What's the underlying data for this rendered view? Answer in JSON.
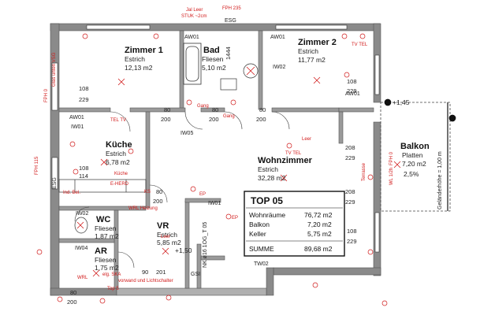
{
  "rooms": {
    "zimmer1": {
      "name": "Zimmer 1",
      "floor": "Estrich",
      "area": "12,13 m2"
    },
    "zimmer2": {
      "name": "Zimmer 2",
      "floor": "Estrich",
      "area": "11,77 m2"
    },
    "bad": {
      "name": "Bad",
      "floor": "Fliesen",
      "area": "5,10 m2"
    },
    "kueche": {
      "name": "Küche",
      "floor": "Estrich",
      "area": "6,78 m2"
    },
    "wohnzimmer": {
      "name": "Wohnzimmer",
      "floor": "Estrich",
      "area": "32,28 m2"
    },
    "balkon": {
      "name": "Balkon",
      "floor": "Platten",
      "area": "7,20 m2",
      "slope": "2,5%",
      "rail": "Geländerhöhe = 1,00 m"
    },
    "wc": {
      "name": "WC",
      "floor": "Fliesen",
      "area": "1,87 m2"
    },
    "vr": {
      "name": "VR",
      "floor": "Estrich",
      "area": "5,85 m2"
    },
    "ar": {
      "name": "AR",
      "floor": "Fliesen",
      "area": "1,75 m2"
    }
  },
  "summary": {
    "title": "TOP 05",
    "rows": [
      {
        "label": "Wohnräume",
        "value": "76,72 m2"
      },
      {
        "label": "Balkon",
        "value": "7,20 m2"
      },
      {
        "label": "Keller",
        "value": "5,75 m2"
      }
    ],
    "total_label": "SUMME",
    "total_value": "89,68 m2"
  },
  "tags": {
    "aw01_a": "AW01",
    "aw01_b": "AW01",
    "aw01_c": "AW01",
    "aw01_d": "AW01",
    "iw01_a": "IW01",
    "iw01_b": "IW01",
    "iw02_a": "IW02",
    "iw02_b": "IW02",
    "iw04": "IW04",
    "iw05": "IW05",
    "tw02": "TW02",
    "esg_top": "ESG",
    "esg_left": "ESG"
  },
  "dims": {
    "d108a": "108",
    "d229a": "229",
    "d108b": "108",
    "d114": "114",
    "d80a": "80",
    "d200a": "200",
    "d80b": "80",
    "d200b": "200",
    "d80c": "80",
    "d200c": "200",
    "d80d": "80",
    "d200d": "200",
    "d108c": "108",
    "d229b": "229",
    "d208a": "208",
    "d229c": "229",
    "d208b": "208",
    "d229d": "229",
    "d108d": "108",
    "d229e": "229",
    "d80e": "80",
    "d200e": "200",
    "d90": "90",
    "d201": "201",
    "d144": "1444",
    "level1": "+1,45",
    "level2": "+1,50"
  },
  "annotations": {
    "fph235": "FPH 235",
    "stuk_top": "STUK ~2cm",
    "jal_top": "Jal Leer",
    "fph0_l": "FPH 0",
    "fph115": "FPH 115",
    "fph0_r": "FPH 0",
    "glas": "Glas unten VSG",
    "tv1": "TEL TV",
    "tv2": "TV TEL",
    "tv3": "TV TEL",
    "gang1": "Gang",
    "gang2": "Gang",
    "kueche_tag": "Küche",
    "eherd": "E-HERD",
    "ks": "KS",
    "ep1": "EP",
    "ep2": "EP",
    "wrl": "WRL Heizung",
    "terrasse": "Terrasse",
    "zuleitung": "WL 1/2h",
    "leer1": "Leer",
    "leer2": "Leer",
    "ind_bel": "Ind. Bel.",
    "vtr": "NK ø16 1OG_T 05",
    "gsi": "GSI",
    "vorwand": "vorwand und Lichtschalter",
    "wrl2": "WRL",
    "esk": "elg. SKA",
    "top5": "Top 5"
  }
}
